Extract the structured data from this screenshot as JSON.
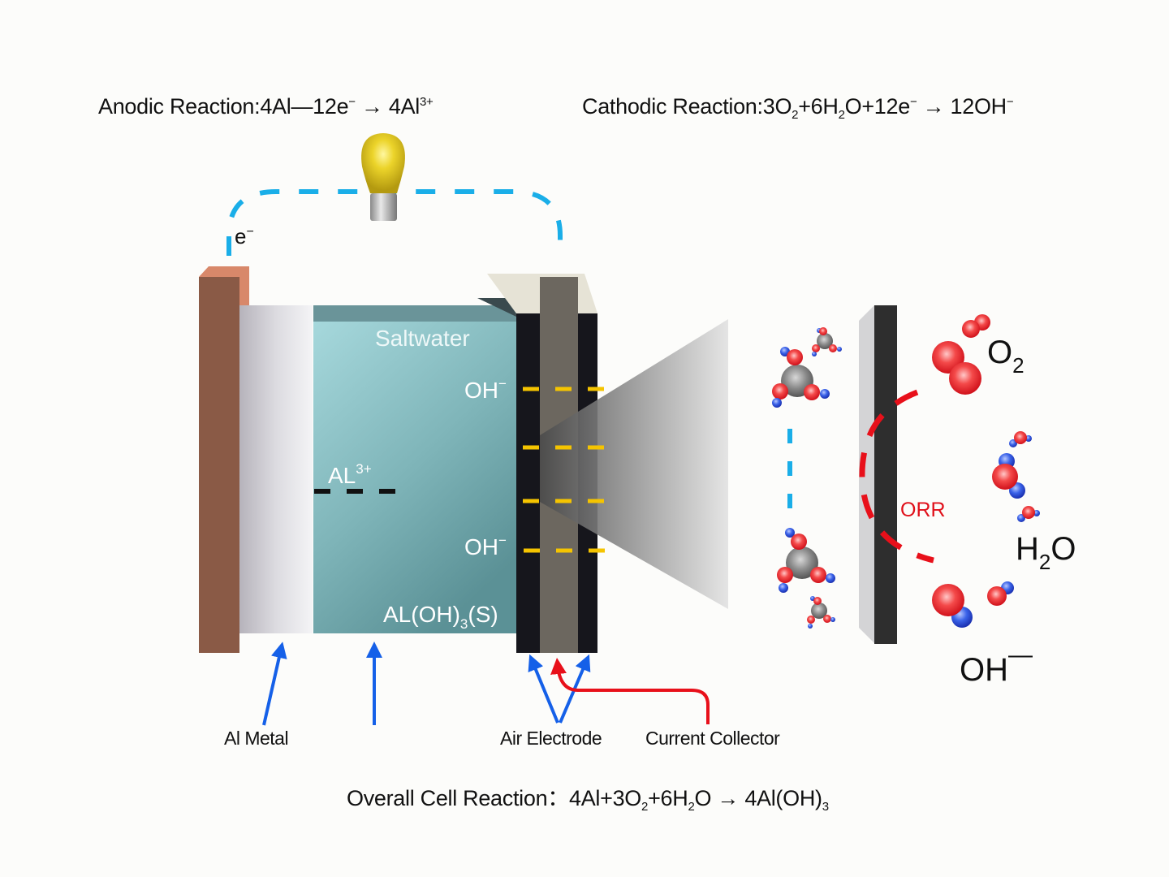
{
  "equations": {
    "anodic": {
      "prefix": "Anodic Reaction:4Al—12e",
      "sup1": "−",
      "arrow": " → ",
      "product": "4Al",
      "sup2": "3+"
    },
    "cathodic": {
      "a": "Cathodic Reaction:3O",
      "s1": "2",
      "b": "+6H",
      "s2": "2",
      "c": "O+12e",
      "sup": "−",
      "arrow": " → ",
      "d": "12OH",
      "sup2": "−"
    },
    "overall": {
      "a": "Overall Cell Reaction：4Al+3O",
      "s1": "2",
      "b": "+6H",
      "s2": "2",
      "c": "O",
      "arrow": " → ",
      "d": "4Al(OH)",
      "s3": "3"
    }
  },
  "circuit": {
    "electron_label": "e",
    "electron_sup": "−",
    "bulb_icon": "light-bulb-icon",
    "wire_color": "#1aaee8"
  },
  "cell": {
    "saltwater": "Saltwater",
    "oh_top": "OH",
    "oh_top_sup": "−",
    "oh_bottom": "OH",
    "oh_bottom_sup": "−",
    "al_ion": "AL",
    "al_ion_sup": "3+",
    "precipitate_a": "AL(OH)",
    "precipitate_sub": "3",
    "precipitate_b": "(S)"
  },
  "labels": {
    "al_metal": "Al Metal",
    "air_electrode": "Air Electrode",
    "current_collector": "Current Collector"
  },
  "zoom_view": {
    "orr": "ORR",
    "o2": "O",
    "o2_sub": "2",
    "h2o_a": "H",
    "h2o_sub": "2",
    "h2o_b": "O",
    "oh": "OH",
    "oh_sup": "—"
  },
  "colors": {
    "arrow_blue": "#1560e8",
    "arrow_red": "#e8101a",
    "ion_path": "#f5c400",
    "orr": "#e8101a",
    "anode": "#8a5540",
    "electrolyte": "#6aa8ae"
  }
}
